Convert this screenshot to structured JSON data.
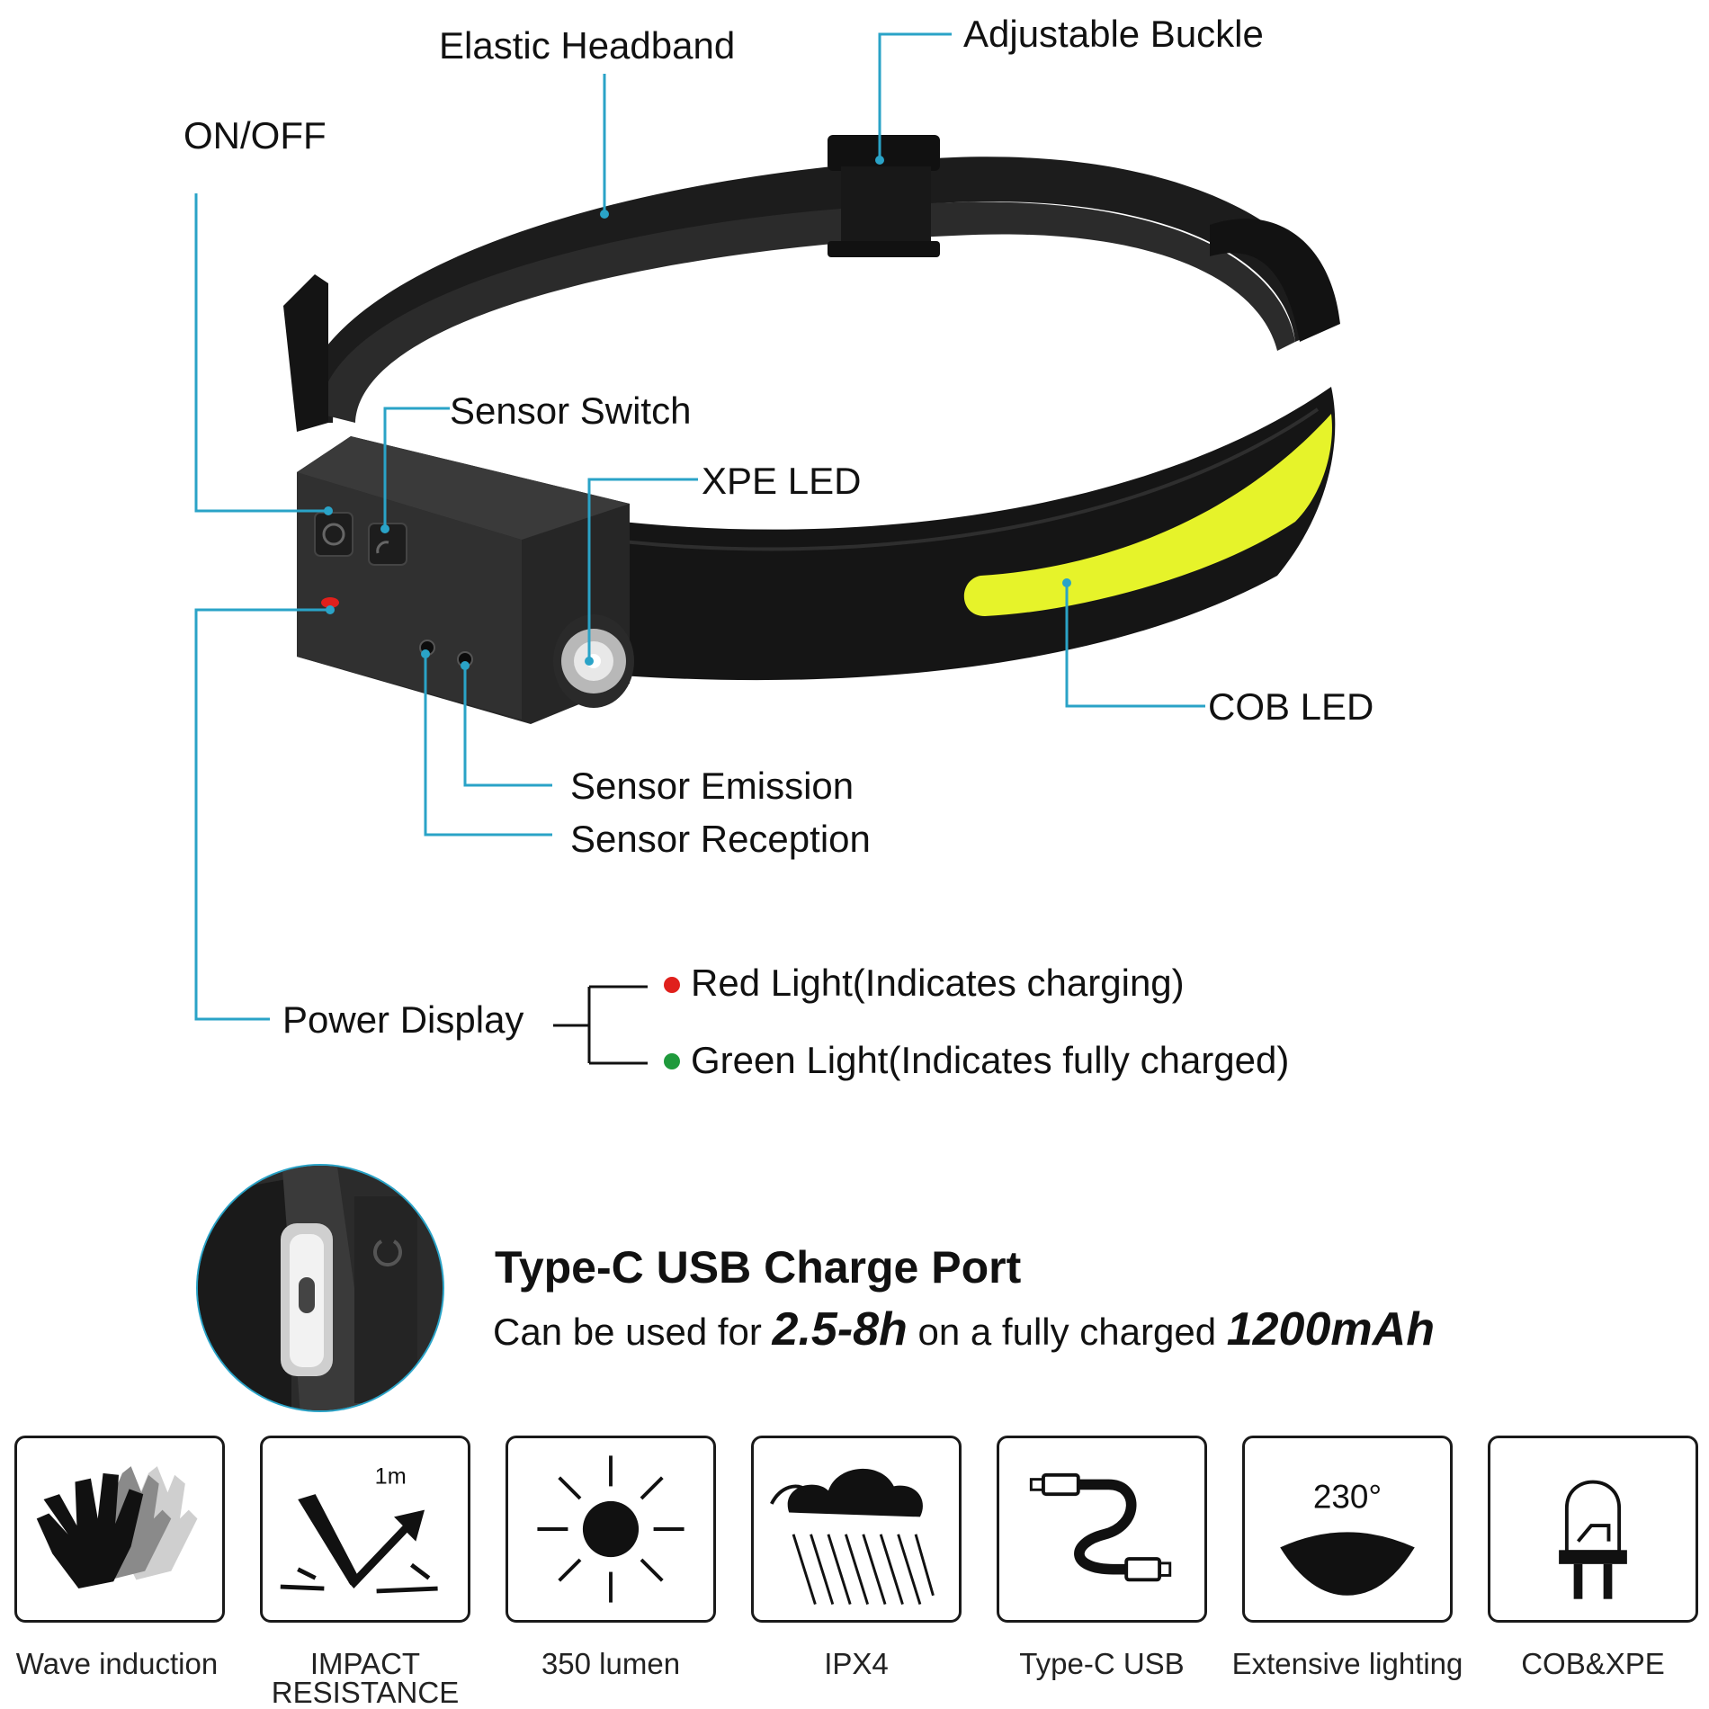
{
  "accent_color": "#2aa3c7",
  "cob_color": "#e6f32a",
  "callouts": {
    "elastic_headband": "Elastic Headband",
    "adjustable_buckle": "Adjustable Buckle",
    "on_off": "ON/OFF",
    "sensor_switch": "Sensor Switch",
    "xpe_led": "XPE LED",
    "cob_led": "COB LED",
    "sensor_emission": "Sensor Emission",
    "sensor_reception": "Sensor Reception",
    "power_display": "Power Display"
  },
  "power_display": {
    "red": {
      "text": "Red Light(Indicates charging)",
      "color": "#e0201c"
    },
    "green": {
      "text": "Green Light(Indicates fully charged)",
      "color": "#1f9a3c"
    }
  },
  "charge": {
    "title": "Type-C USB Charge Port",
    "prefix": "Can be used for ",
    "hours": "2.5-8h",
    "middle": " on a fully charged ",
    "capacity": "1200mAh"
  },
  "features": [
    {
      "label": "Wave induction",
      "icon": "hand-wave-icon"
    },
    {
      "label": "IMPACT RESISTANCE",
      "icon": "impact-arrow-icon",
      "detail": "1m"
    },
    {
      "label": "350 lumen",
      "icon": "sun-icon"
    },
    {
      "label": "IPX4",
      "icon": "rain-cloud-icon"
    },
    {
      "label": "Type-C USB",
      "icon": "usb-cable-icon"
    },
    {
      "label": "Extensive lighting",
      "icon": "beam-angle-icon",
      "detail": "230°"
    },
    {
      "label": "COB&XPE",
      "icon": "led-bulb-icon"
    }
  ]
}
